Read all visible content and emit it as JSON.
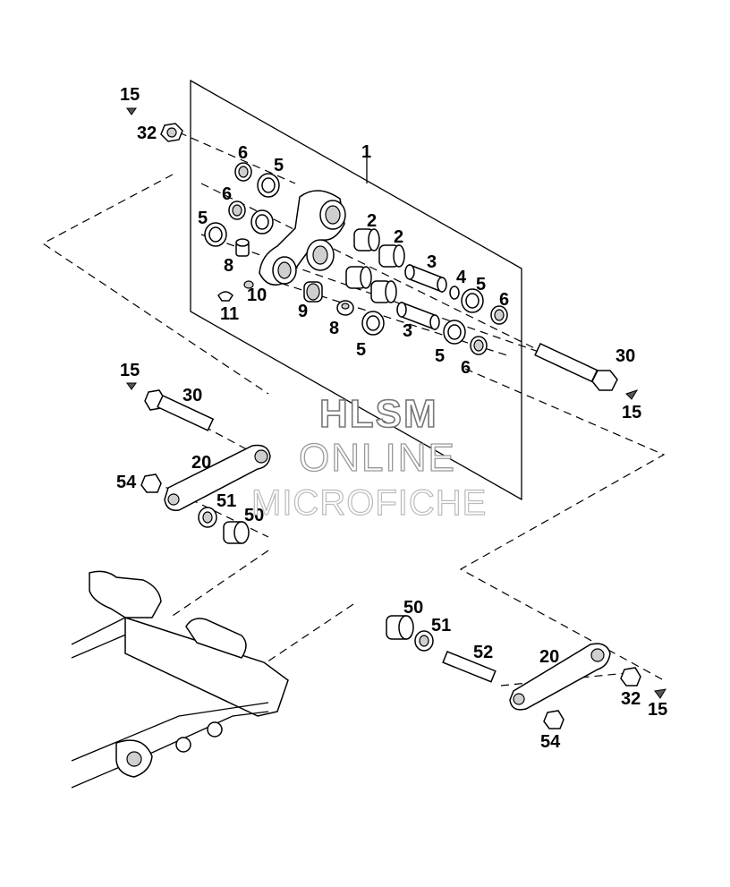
{
  "callouts": [
    {
      "id": "c15a",
      "text": "15"
    },
    {
      "id": "c32a",
      "text": "32"
    },
    {
      "id": "c6a",
      "text": "6"
    },
    {
      "id": "c5a",
      "text": "5"
    },
    {
      "id": "c1",
      "text": "1"
    },
    {
      "id": "c6b",
      "text": "6"
    },
    {
      "id": "c5b",
      "text": "5"
    },
    {
      "id": "c2a",
      "text": "2"
    },
    {
      "id": "c2b",
      "text": "2"
    },
    {
      "id": "c3a",
      "text": "3"
    },
    {
      "id": "c8a",
      "text": "8"
    },
    {
      "id": "c4",
      "text": "4"
    },
    {
      "id": "c5c",
      "text": "5"
    },
    {
      "id": "c10",
      "text": "10"
    },
    {
      "id": "c6c",
      "text": "6"
    },
    {
      "id": "c11",
      "text": "11"
    },
    {
      "id": "c9",
      "text": "9"
    },
    {
      "id": "c8b",
      "text": "8"
    },
    {
      "id": "c3b",
      "text": "3"
    },
    {
      "id": "c5d",
      "text": "5"
    },
    {
      "id": "c5e",
      "text": "5"
    },
    {
      "id": "c6d",
      "text": "6"
    },
    {
      "id": "c30a",
      "text": "30"
    },
    {
      "id": "c15b",
      "text": "15"
    },
    {
      "id": "c15c",
      "text": "15"
    },
    {
      "id": "c30b",
      "text": "30"
    },
    {
      "id": "c20a",
      "text": "20"
    },
    {
      "id": "c54a",
      "text": "54"
    },
    {
      "id": "c51a",
      "text": "51"
    },
    {
      "id": "c50a",
      "text": "50"
    },
    {
      "id": "c50b",
      "text": "50"
    },
    {
      "id": "c51b",
      "text": "51"
    },
    {
      "id": "c52",
      "text": "52"
    },
    {
      "id": "c20b",
      "text": "20"
    },
    {
      "id": "c32b",
      "text": "32"
    },
    {
      "id": "c15d",
      "text": "15"
    },
    {
      "id": "c54b",
      "text": "54"
    }
  ],
  "watermark": {
    "line1": "HLSM",
    "line2": "ONLINE",
    "line3": "MICROFICHE"
  }
}
